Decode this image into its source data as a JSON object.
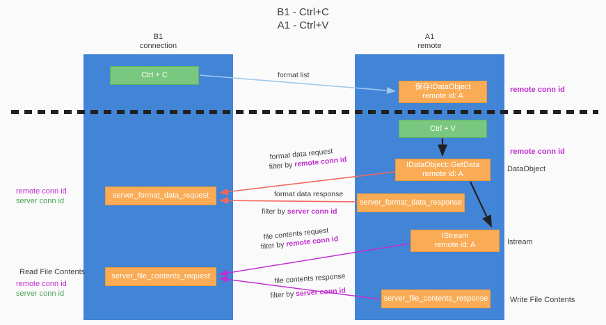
{
  "title": {
    "line1": "B1 - Ctrl+C",
    "line2": "A1 - Ctrl+V"
  },
  "columns": [
    {
      "name": "B1",
      "role": "connection"
    },
    {
      "name": "A1",
      "role": "remote"
    }
  ],
  "colors": {
    "column_fill": "#4285d6",
    "node_orange": "#f9ab55",
    "node_green": "#7ac77f",
    "remote_conn_id": "#c02fd0",
    "server_conn_id": "#4fa35a",
    "arrow_blue": "#9fc8ee",
    "arrow_red": "#f2685e",
    "arrow_magenta": "#c02fd0",
    "arrow_black": "#202124",
    "divider": "#202124"
  },
  "nodes": {
    "ctrl_c": {
      "label": "Ctrl + C",
      "kind": "green"
    },
    "idataobject": {
      "label": "保存IDataObject",
      "sub": "remote id: A",
      "kind": "orange"
    },
    "ctrl_v": {
      "label": "Ctrl + V",
      "kind": "green"
    },
    "getdata": {
      "label": "IDataObject::GetData",
      "sub": "remote id: A",
      "kind": "orange"
    },
    "server_format_data_request": {
      "label": "server_format_data_request",
      "kind": "orange"
    },
    "server_format_data_response": {
      "label": "server_format_data_response",
      "kind": "orange"
    },
    "istream": {
      "label": "IStream",
      "sub": "remote id: A",
      "kind": "orange"
    },
    "server_file_contents_request": {
      "label": "server_file_contents_request",
      "kind": "orange"
    },
    "server_file_contents_response": {
      "label": "server_file_contents_response",
      "kind": "orange"
    }
  },
  "edges": {
    "format_list": {
      "label": "format list"
    },
    "format_data_request": {
      "label": "format data request",
      "filter_prefix": "filter by ",
      "filter_key": "remote conn id"
    },
    "format_data_response": {
      "label": "format data response",
      "filter_prefix": "filter by ",
      "filter_key": "server conn id"
    },
    "file_contents_request": {
      "label": "file contents request",
      "filter_prefix": "filter by ",
      "filter_key": "remote conn id"
    },
    "file_contents_response": {
      "label": "file contents response",
      "filter_prefix": "filter by ",
      "filter_key": "server conn id"
    }
  },
  "side_labels": {
    "right_remote_1": "remote conn id",
    "right_remote_2": "remote conn id",
    "right_dataobject": "DataObject",
    "right_istream": "Istream",
    "right_write_file": "Write File Contents",
    "left_remote_1": "remote conn id",
    "left_server_1": "server conn id",
    "left_read_file": "Read File Contents",
    "left_remote_2": "remote conn id",
    "left_server_2": "server conn id"
  }
}
